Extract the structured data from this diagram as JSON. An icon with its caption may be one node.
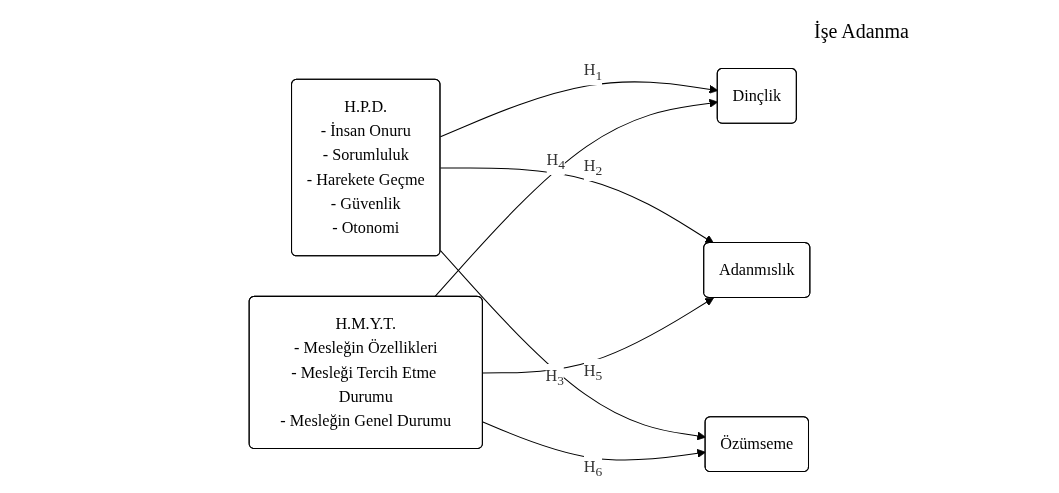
{
  "diagram": {
    "nodes": [
      {
        "text": [
          "H.P.D.",
          "- İnsan Onuru",
          "- Sorumluluk",
          "- Harekete Geçme",
          "- Güvenlik",
          "- Otonomi"
        ]
      },
      {
        "text": [
          "H.M.Y.T.",
          "- Mesleğin Özellikleri",
          "- Mesleği Tercih Etme Durumu",
          "- Mesleğin Genel Durumu"
        ]
      },
      {
        "text": [
          "Dinçlik"
        ]
      },
      {
        "text": [
          "Adanmıslık"
        ]
      },
      {
        "text": [
          "Özümseme"
        ]
      }
    ],
    "edges": [
      {
        "from": 0,
        "to": 2,
        "arrow": "to",
        "label": "H$_{1}$"
      },
      {
        "from": 0,
        "to": 3,
        "arrow": "to",
        "label": "H$_{2}$"
      },
      {
        "from": 0,
        "to": 4,
        "arrow": "to",
        "label": "H$_{3}$"
      },
      {
        "from": 1,
        "to": 2,
        "arrow": "to",
        "label": "H$_{4}$"
      },
      {
        "from": 1,
        "to": 3,
        "arrow": "to",
        "label": "H$_{5}$"
      },
      {
        "from": 1,
        "to": 4,
        "arrow": "to",
        "label": "H$_{6}$"
      }
    ],
    "labels": [
      "İşe Adanma"
    ]
  }
}
